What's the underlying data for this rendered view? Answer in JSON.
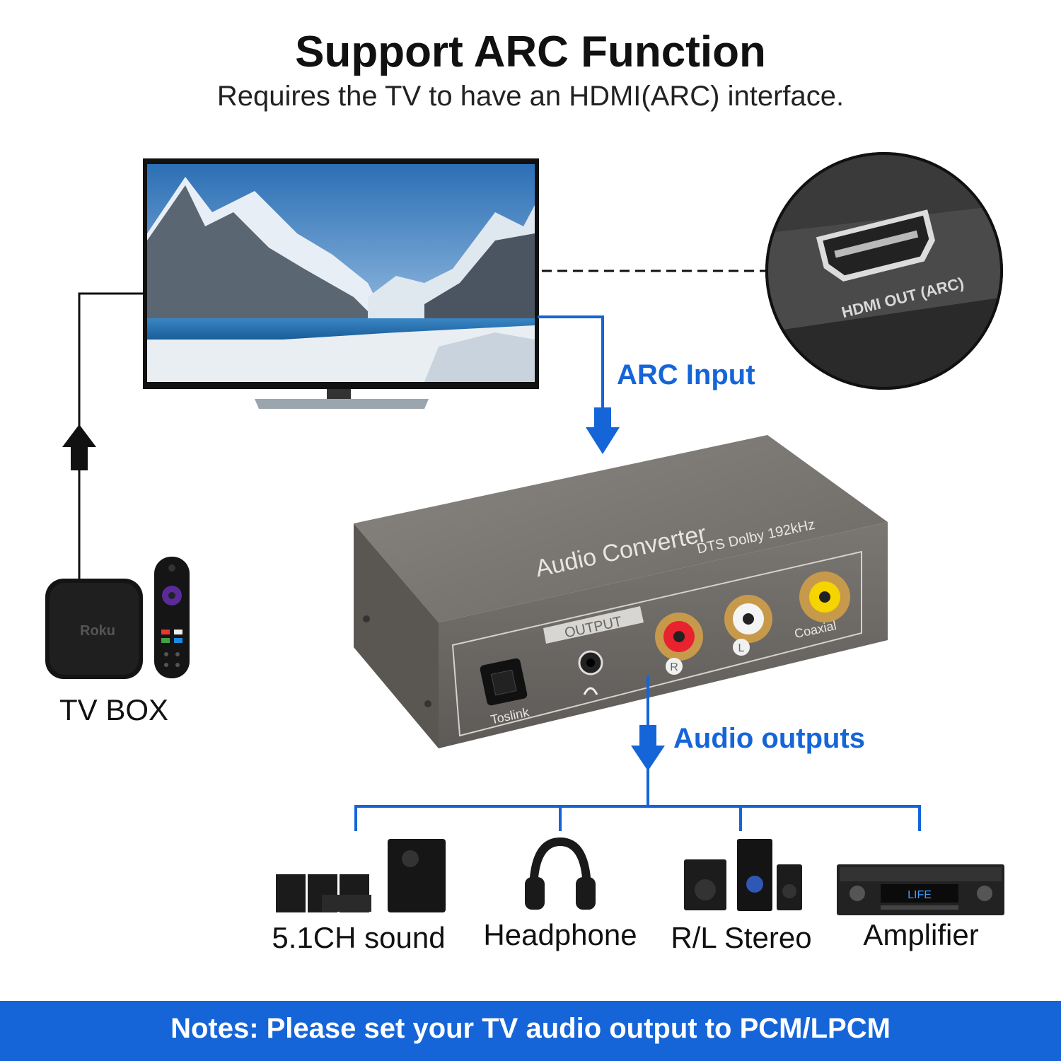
{
  "header": {
    "title": "Support ARC Function",
    "subtitle": "Requires the TV to have an HDMI(ARC) interface."
  },
  "labels": {
    "arc_input": "ARC Input",
    "audio_outputs": "Audio outputs",
    "tv_box": "TV BOX",
    "hdmi_port": "HDMI OUT (ARC)",
    "roku": "Roku"
  },
  "converter": {
    "name": "Audio Converter",
    "spec": "DTS Dolby 192kHz",
    "output": "OUTPUT",
    "toslink": "Toslink",
    "coaxial": "Coaxial",
    "r": "R",
    "l": "L"
  },
  "devices": [
    {
      "label": "5.1CH sound"
    },
    {
      "label": "Headphone"
    },
    {
      "label": "R/L Stereo"
    },
    {
      "label": "Amplifier"
    }
  ],
  "amplifier_display": "LIFE",
  "notes": "Notes: Please set your TV audio output to PCM/LPCM",
  "colors": {
    "accent": "#1565d8",
    "converter_body": "#6f6c68",
    "text": "#111111"
  }
}
